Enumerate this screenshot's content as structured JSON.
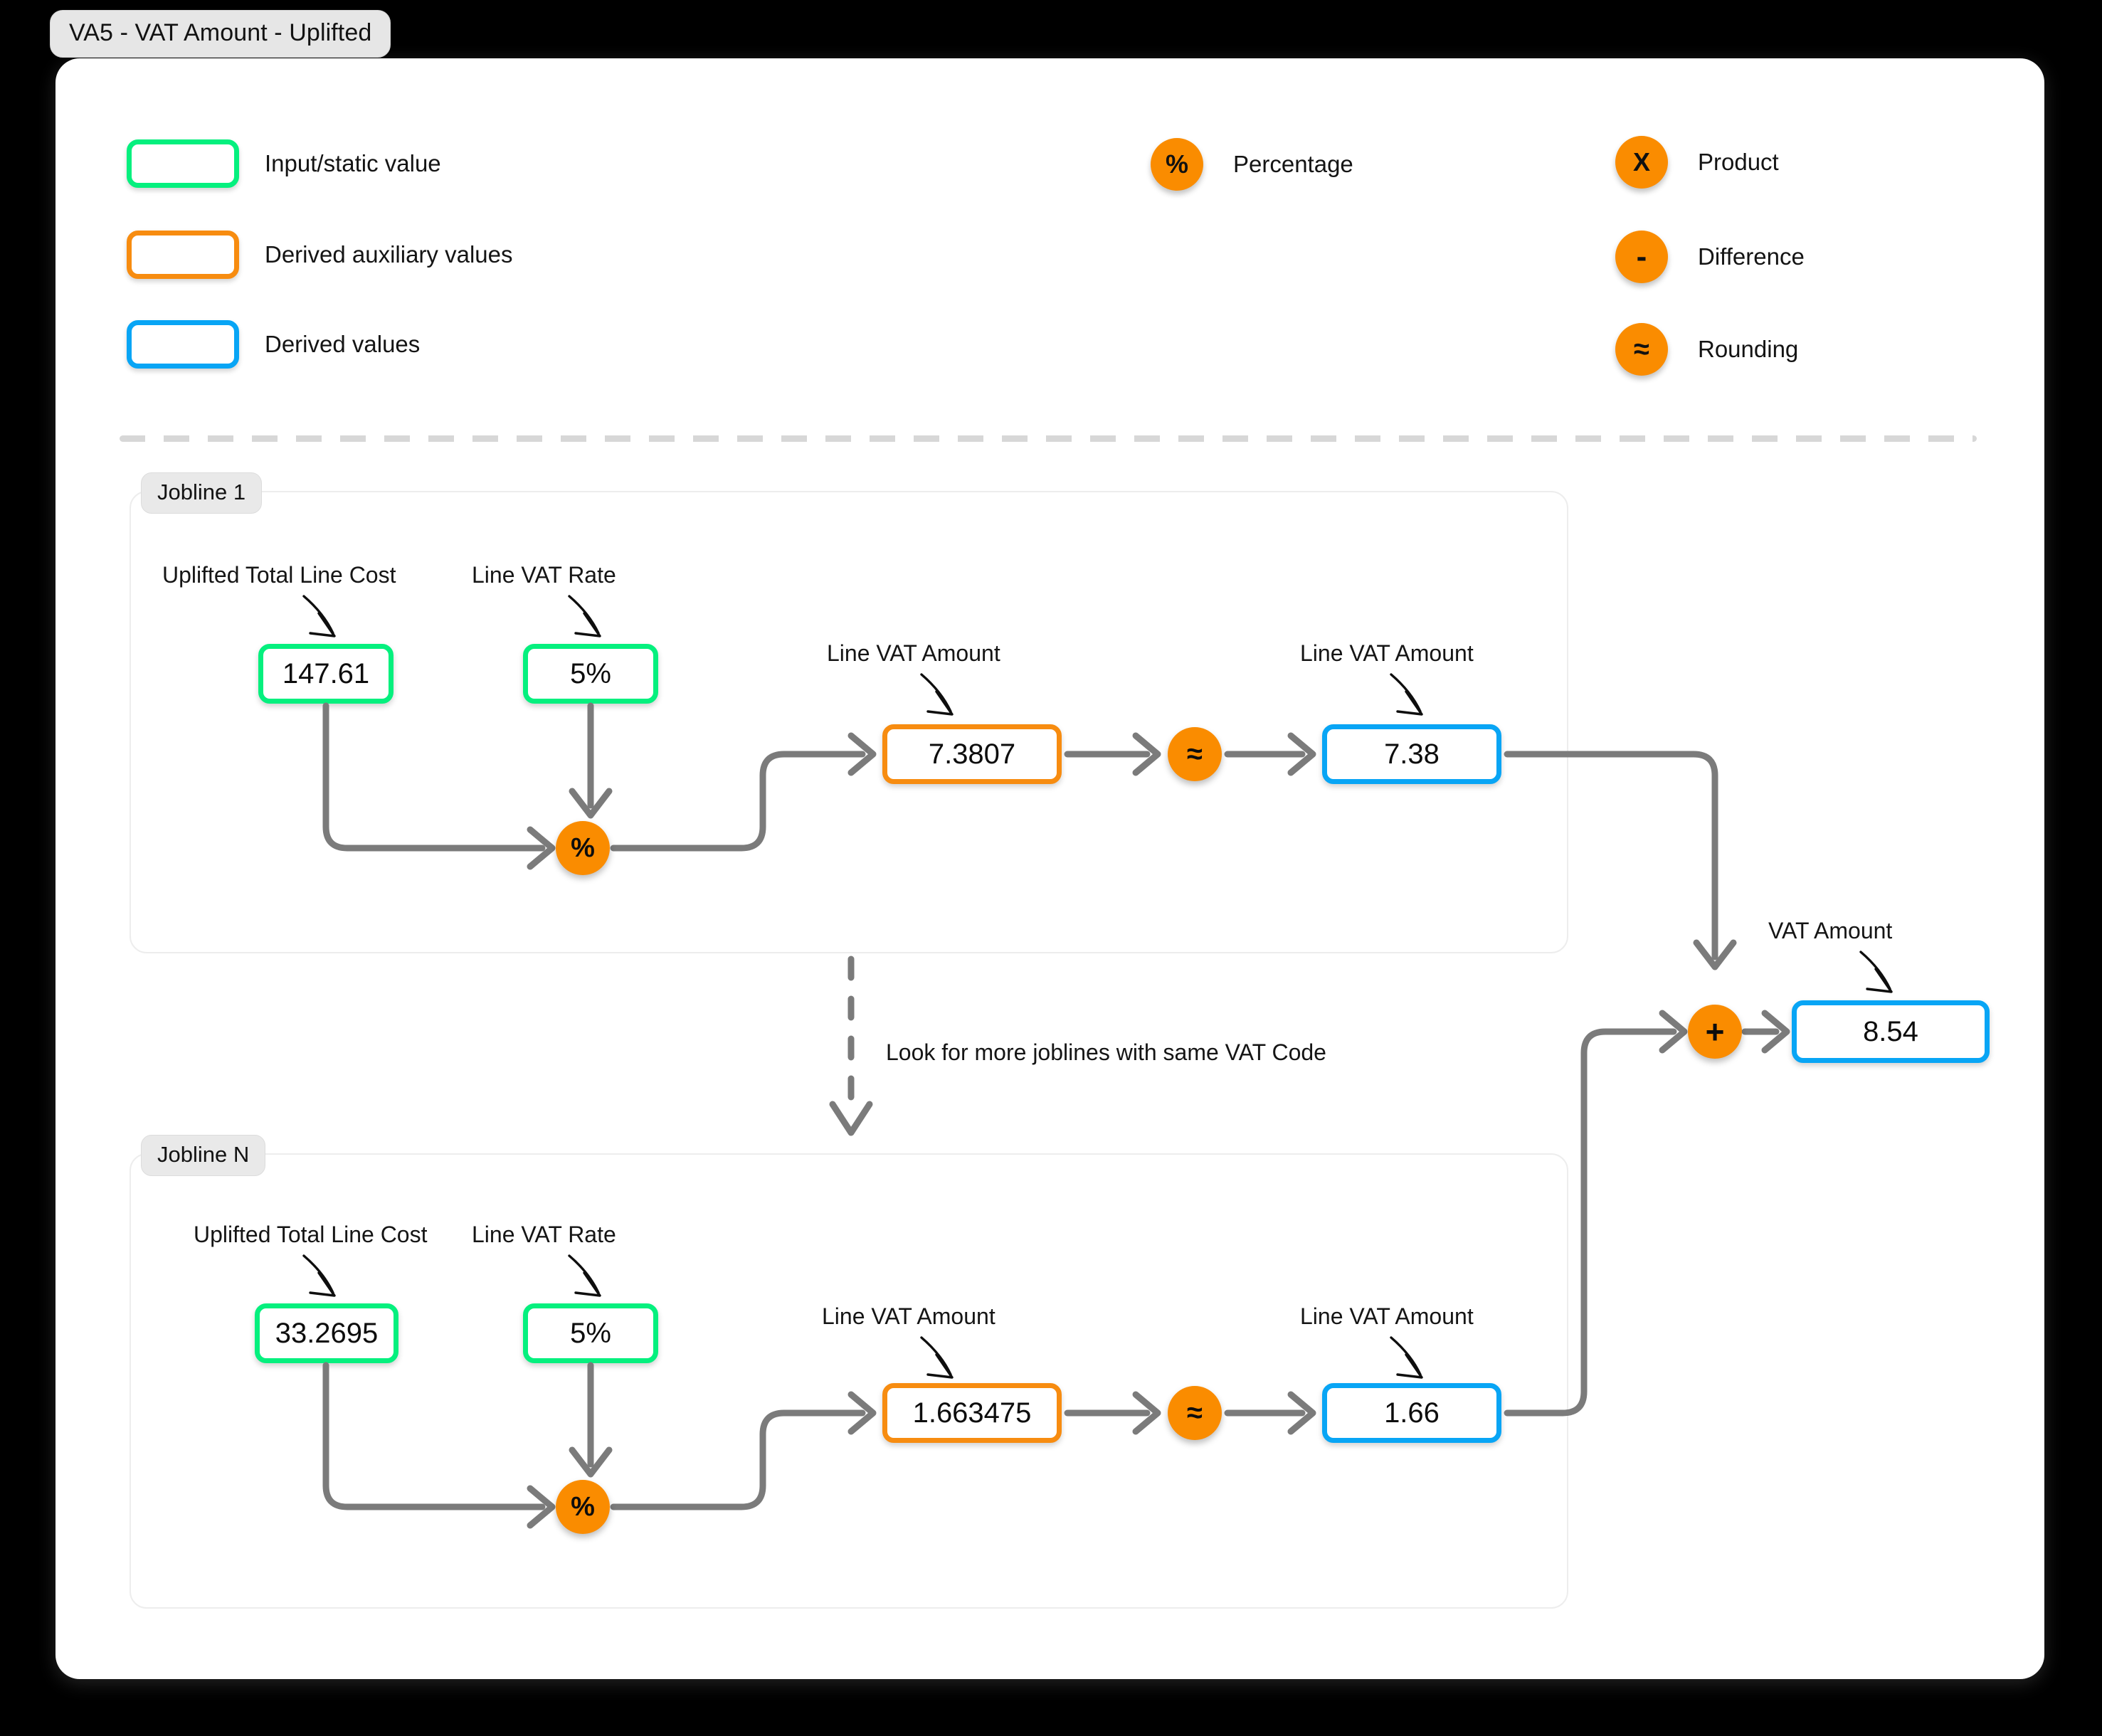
{
  "diagram": {
    "title": "VA5 - VAT Amount - Uplifted"
  },
  "legend": {
    "shapes": [
      {
        "label": "Input/static value",
        "color": "#05F07E",
        "icon": "green-rounded-box-icon"
      },
      {
        "label": "Derived auxiliary values",
        "color": "#F78C10",
        "icon": "orange-rounded-box-icon"
      },
      {
        "label": "Derived values",
        "color": "#08A5F5",
        "icon": "blue-rounded-box-icon"
      }
    ],
    "operators": [
      {
        "glyph": "%",
        "label": "Percentage",
        "icon": "percentage-operator-icon",
        "color": "#FA8C00"
      },
      {
        "glyph": "X",
        "label": "Product",
        "icon": "product-operator-icon",
        "color": "#FA8C00"
      },
      {
        "glyph": "-",
        "label": "Difference",
        "icon": "difference-operator-icon",
        "color": "#FA8C00"
      },
      {
        "glyph": "≈",
        "label": "Rounding",
        "icon": "rounding-operator-icon",
        "color": "#FA8C00"
      }
    ]
  },
  "joblines": [
    {
      "badge": "Jobline 1",
      "inputs": [
        {
          "label": "Uplifted Total Line Cost",
          "value": "147.61",
          "kind": "input"
        },
        {
          "label": "Line VAT Rate",
          "value": "5%",
          "kind": "input"
        }
      ],
      "percent_operator": "%",
      "aux": {
        "label": "Line VAT Amount",
        "value": "7.3807",
        "kind": "auxiliary"
      },
      "round_operator": "≈",
      "derived": {
        "label": "Line VAT Amount",
        "value": "7.38",
        "kind": "derived"
      }
    },
    {
      "badge": "Jobline N",
      "inputs": [
        {
          "label": "Uplifted Total Line Cost",
          "value": "33.2695",
          "kind": "input"
        },
        {
          "label": "Line VAT Rate",
          "value": "5%",
          "kind": "input"
        }
      ],
      "percent_operator": "%",
      "aux": {
        "label": "Line VAT Amount",
        "value": "1.663475",
        "kind": "auxiliary"
      },
      "round_operator": "≈",
      "derived": {
        "label": "Line VAT Amount",
        "value": "1.66",
        "kind": "derived"
      }
    }
  ],
  "flow_note": "Look for more joblines with same VAT Code",
  "summation": {
    "operator": "+",
    "result": {
      "label": "VAT Amount",
      "value": "8.54",
      "kind": "derived"
    }
  }
}
